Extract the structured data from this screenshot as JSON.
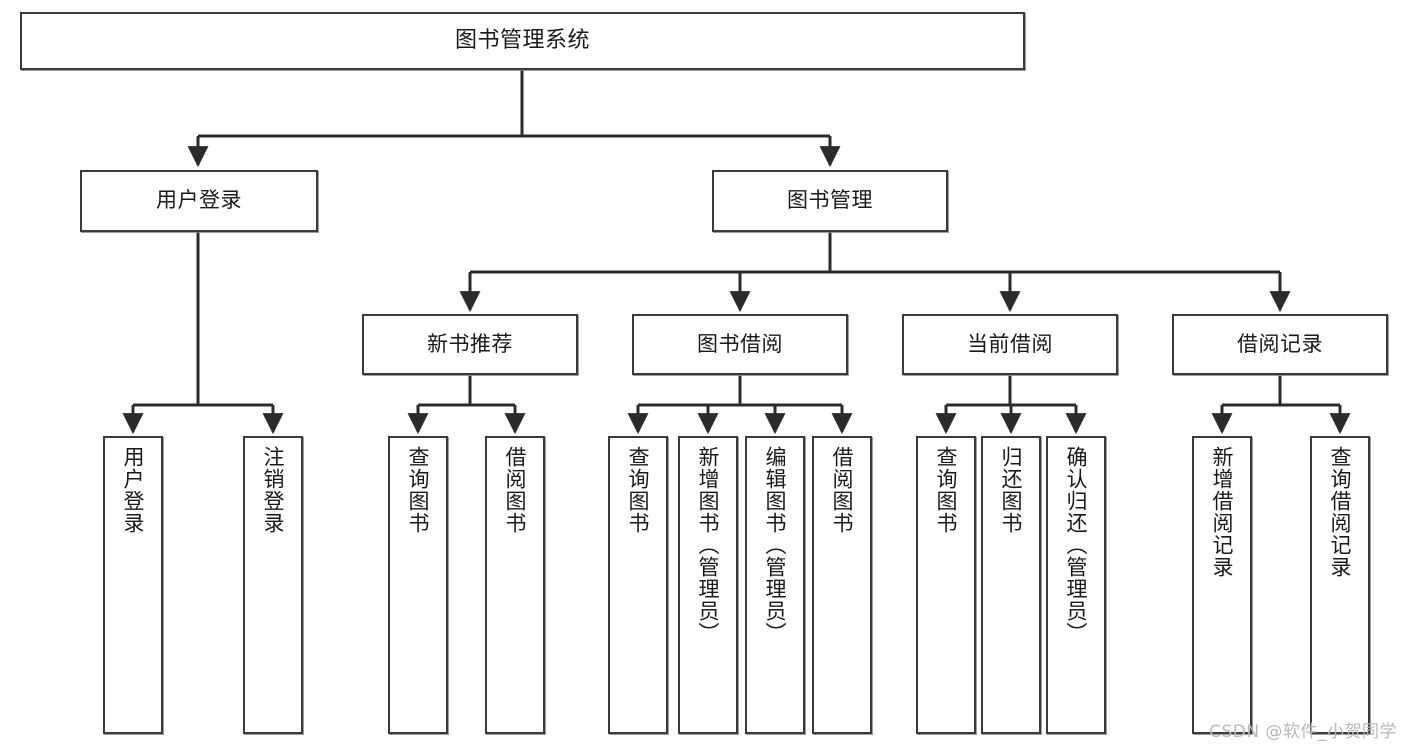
{
  "diagram": {
    "title": "图书管理系统",
    "type": "tree",
    "watermark": "CSDN @软件_小贺同学",
    "colors": {
      "node_border": "#3a3a3a",
      "node_fill": "#ffffff",
      "link": "#2b2b2b",
      "text": "#1a1a1a",
      "watermark": "#b9b9b9"
    },
    "nodes": {
      "root": {
        "label": "图书管理系统"
      },
      "level2": [
        {
          "id": "user-login",
          "label": "用户登录"
        },
        {
          "id": "book-manage",
          "label": "图书管理"
        }
      ],
      "level3": [
        {
          "id": "new-book-rec",
          "label": "新书推荐"
        },
        {
          "id": "book-borrow",
          "label": "图书借阅"
        },
        {
          "id": "current-borrow",
          "label": "当前借阅"
        },
        {
          "id": "borrow-record",
          "label": "借阅记录"
        }
      ],
      "leaves": {
        "user-login": [
          {
            "id": "leaf-user-login",
            "label": "用户登录"
          },
          {
            "id": "leaf-logout",
            "label": "注销登录"
          }
        ],
        "new-book-rec": [
          {
            "id": "leaf-query-book-1",
            "label": "查询图书"
          },
          {
            "id": "leaf-borrow-book-1",
            "label": "借阅图书"
          }
        ],
        "book-borrow": [
          {
            "id": "leaf-query-book-2",
            "label": "查询图书"
          },
          {
            "id": "leaf-add-book",
            "label": "新增图书（管理员）"
          },
          {
            "id": "leaf-edit-book",
            "label": "编辑图书（管理员）"
          },
          {
            "id": "leaf-borrow-book-2",
            "label": "借阅图书"
          }
        ],
        "current-borrow": [
          {
            "id": "leaf-query-book-3",
            "label": "查询图书"
          },
          {
            "id": "leaf-return-book",
            "label": "归还图书"
          },
          {
            "id": "leaf-confirm-return",
            "label": "确认归还（管理员）"
          }
        ],
        "borrow-record": [
          {
            "id": "leaf-add-record",
            "label": "新增借阅记录"
          },
          {
            "id": "leaf-query-record",
            "label": "查询借阅记录"
          }
        ]
      }
    }
  }
}
